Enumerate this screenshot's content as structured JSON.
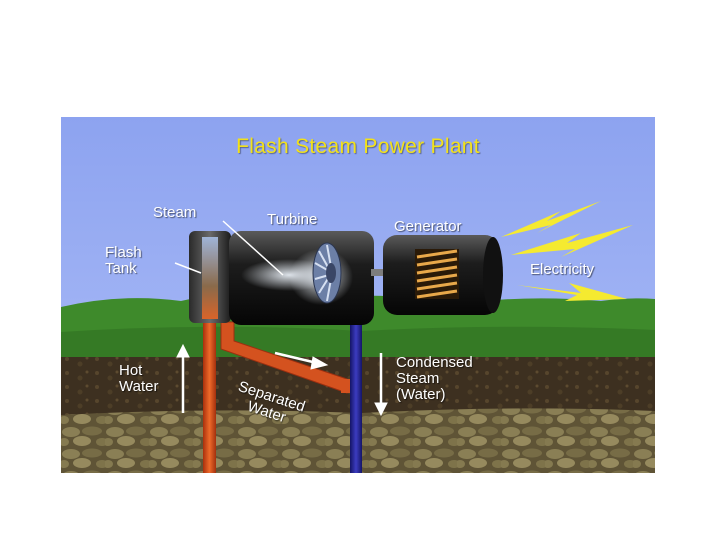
{
  "title": "Flash Steam Power Plant",
  "labels": {
    "steam": "Steam",
    "turbine": "Turbine",
    "generator": "Generator",
    "flash_tank": "Flash\nTank",
    "electricity": "Electricity",
    "hot_water": "Hot\nWater",
    "separated_water": "Separated\nWater",
    "condensed_steam": "Condensed\nSteam\n(Water)"
  },
  "colors": {
    "sky": "#8ea6f2",
    "grass": "#3f8f2c",
    "soil": "#4a3a24",
    "rock": "#7b7046",
    "hot_pipe": "#e2521d",
    "cold_pipe": "#2b2aa0",
    "title": "#f2e11a",
    "lightning": "#f5ea30"
  }
}
